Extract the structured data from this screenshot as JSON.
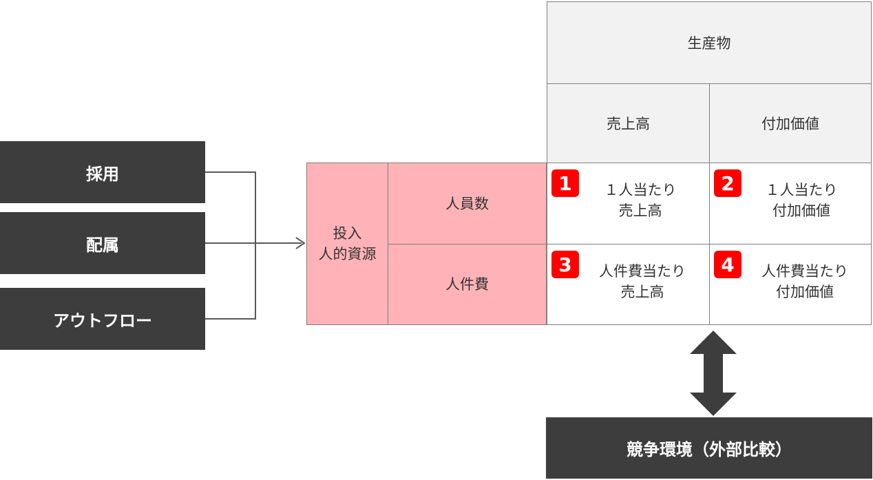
{
  "left_boxes": {
    "recruit": "採用",
    "placement": "配属",
    "outflow": "アウトフロー"
  },
  "input": {
    "label_line1": "投入",
    "label_line2": "人的資源",
    "headcount": "人員数",
    "labor_cost": "人件費"
  },
  "output": {
    "header": "生産物",
    "sales": "売上高",
    "value_added": "付加価値"
  },
  "cells": [
    {
      "badge": "1",
      "line1": "１人当たり",
      "line2": "売上高"
    },
    {
      "badge": "2",
      "line1": "１人当たり",
      "line2": "付加価値"
    },
    {
      "badge": "3",
      "line1": "人件費当たり",
      "line2": "売上高"
    },
    {
      "badge": "4",
      "line1": "人件費当たり",
      "line2": "付加価値"
    }
  ],
  "competition": "競争環境（外部比較）",
  "colors": {
    "dark_box": "#3d3d3d",
    "input_pink": "#ffb3b8",
    "header_gray": "#f2f2f2",
    "badge_red": "#ff0000"
  }
}
